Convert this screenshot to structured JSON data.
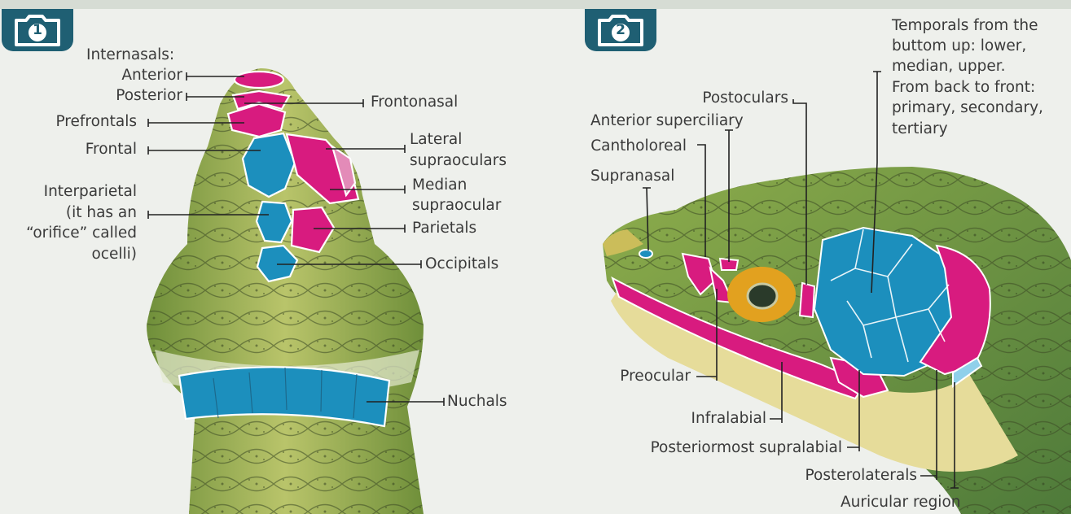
{
  "panel1": {
    "badge_number": "1",
    "labels": {
      "internasals": "Internasals:",
      "anterior": "Anterior",
      "posterior": "Posterior",
      "frontonasal": "Frontonasal",
      "prefrontals": "Prefrontals",
      "frontal": "Frontal",
      "lateral_supraoculars_1": "Lateral",
      "lateral_supraoculars_2": "supraoculars",
      "median_supraocular_1": "Median",
      "median_supraocular_2": "supraocular",
      "interparietal_1": "Interparietal",
      "interparietal_2": "(it has an",
      "interparietal_3": "“orifice” called",
      "interparietal_4": "ocelli)",
      "parietals": "Parietals",
      "occipitals": "Occipitals",
      "nuchals": "Nuchals"
    }
  },
  "panel2": {
    "badge_number": "2",
    "labels": {
      "temporals_1": "Temporals from the",
      "temporals_2": "buttom up: lower,",
      "temporals_3": "median, upper.",
      "temporals_4": "From back to front:",
      "temporals_5": "primary, secondary,",
      "temporals_6": "tertiary",
      "postoculars": "Postoculars",
      "anterior_superciliary": "Anterior superciliary",
      "cantholoreal": "Cantholoreal",
      "supranasal": "Supranasal",
      "preocular": "Preocular",
      "infralabial": "Infralabial",
      "posteriormost_supralabial": "Posteriormost supralabial",
      "posterolaterals": "Posterolaterals",
      "auricular_region": "Auricular region"
    }
  },
  "colors": {
    "magenta": "#d81b7f",
    "cyan": "#1c8fbd",
    "skin": "#9bb04a",
    "badge": "#1f5f73"
  }
}
